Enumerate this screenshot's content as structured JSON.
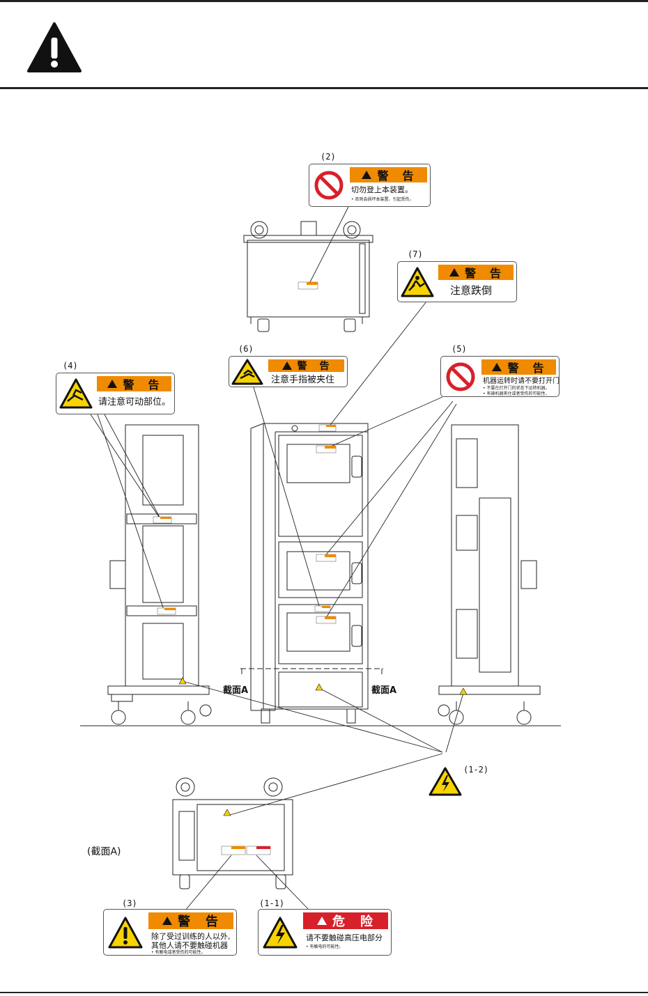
{
  "labels": {
    "l2": {
      "num": "(2)",
      "head": "警　告",
      "main": "切勿登上本装置。",
      "sub": "• 否则会损坏本装置、引起受伤。"
    },
    "l7": {
      "num": "(7)",
      "head": "警　告",
      "main": "注意跌倒"
    },
    "l6": {
      "num": "(6)",
      "head": "警　告",
      "main": "注意手指被夹住"
    },
    "l5": {
      "num": "(5)",
      "head": "警　告",
      "main": "机器运转时请不要打开门",
      "sub1": "• 不要在打开门的状态下运转机器。",
      "sub2": "• 有被机器夹住或者受伤的可能性。"
    },
    "l4": {
      "num": "(4)",
      "head": "警　告",
      "main": "请注意可动部位。"
    },
    "l3": {
      "num": "(3)",
      "head": "警　告",
      "main1": "除了受过训练的人以外,",
      "main2": "其他人请不要触碰机器",
      "sub": "• 有触电或者受伤的可能性。"
    },
    "l11": {
      "num": "(1-1)",
      "head": "危　险",
      "main": "请不要触碰高压电部分",
      "sub": "• 有触电的可能性。"
    },
    "l12": {
      "num": "(1-2)"
    }
  },
  "section_labels": {
    "left": "截面A",
    "right": "截面A",
    "caption": "(截面A)"
  },
  "icons": [
    "warning-triangle-icon",
    "prohibition-icon",
    "fall-hazard-icon",
    "pinch-hazard-icon",
    "crush-hazard-icon",
    "general-caution-icon",
    "electric-shock-icon"
  ],
  "colors": {
    "warning": "#f08a00",
    "danger": "#d8202a",
    "hazard_yellow": "#f7d300",
    "prohibit_red": "#d8202a"
  }
}
